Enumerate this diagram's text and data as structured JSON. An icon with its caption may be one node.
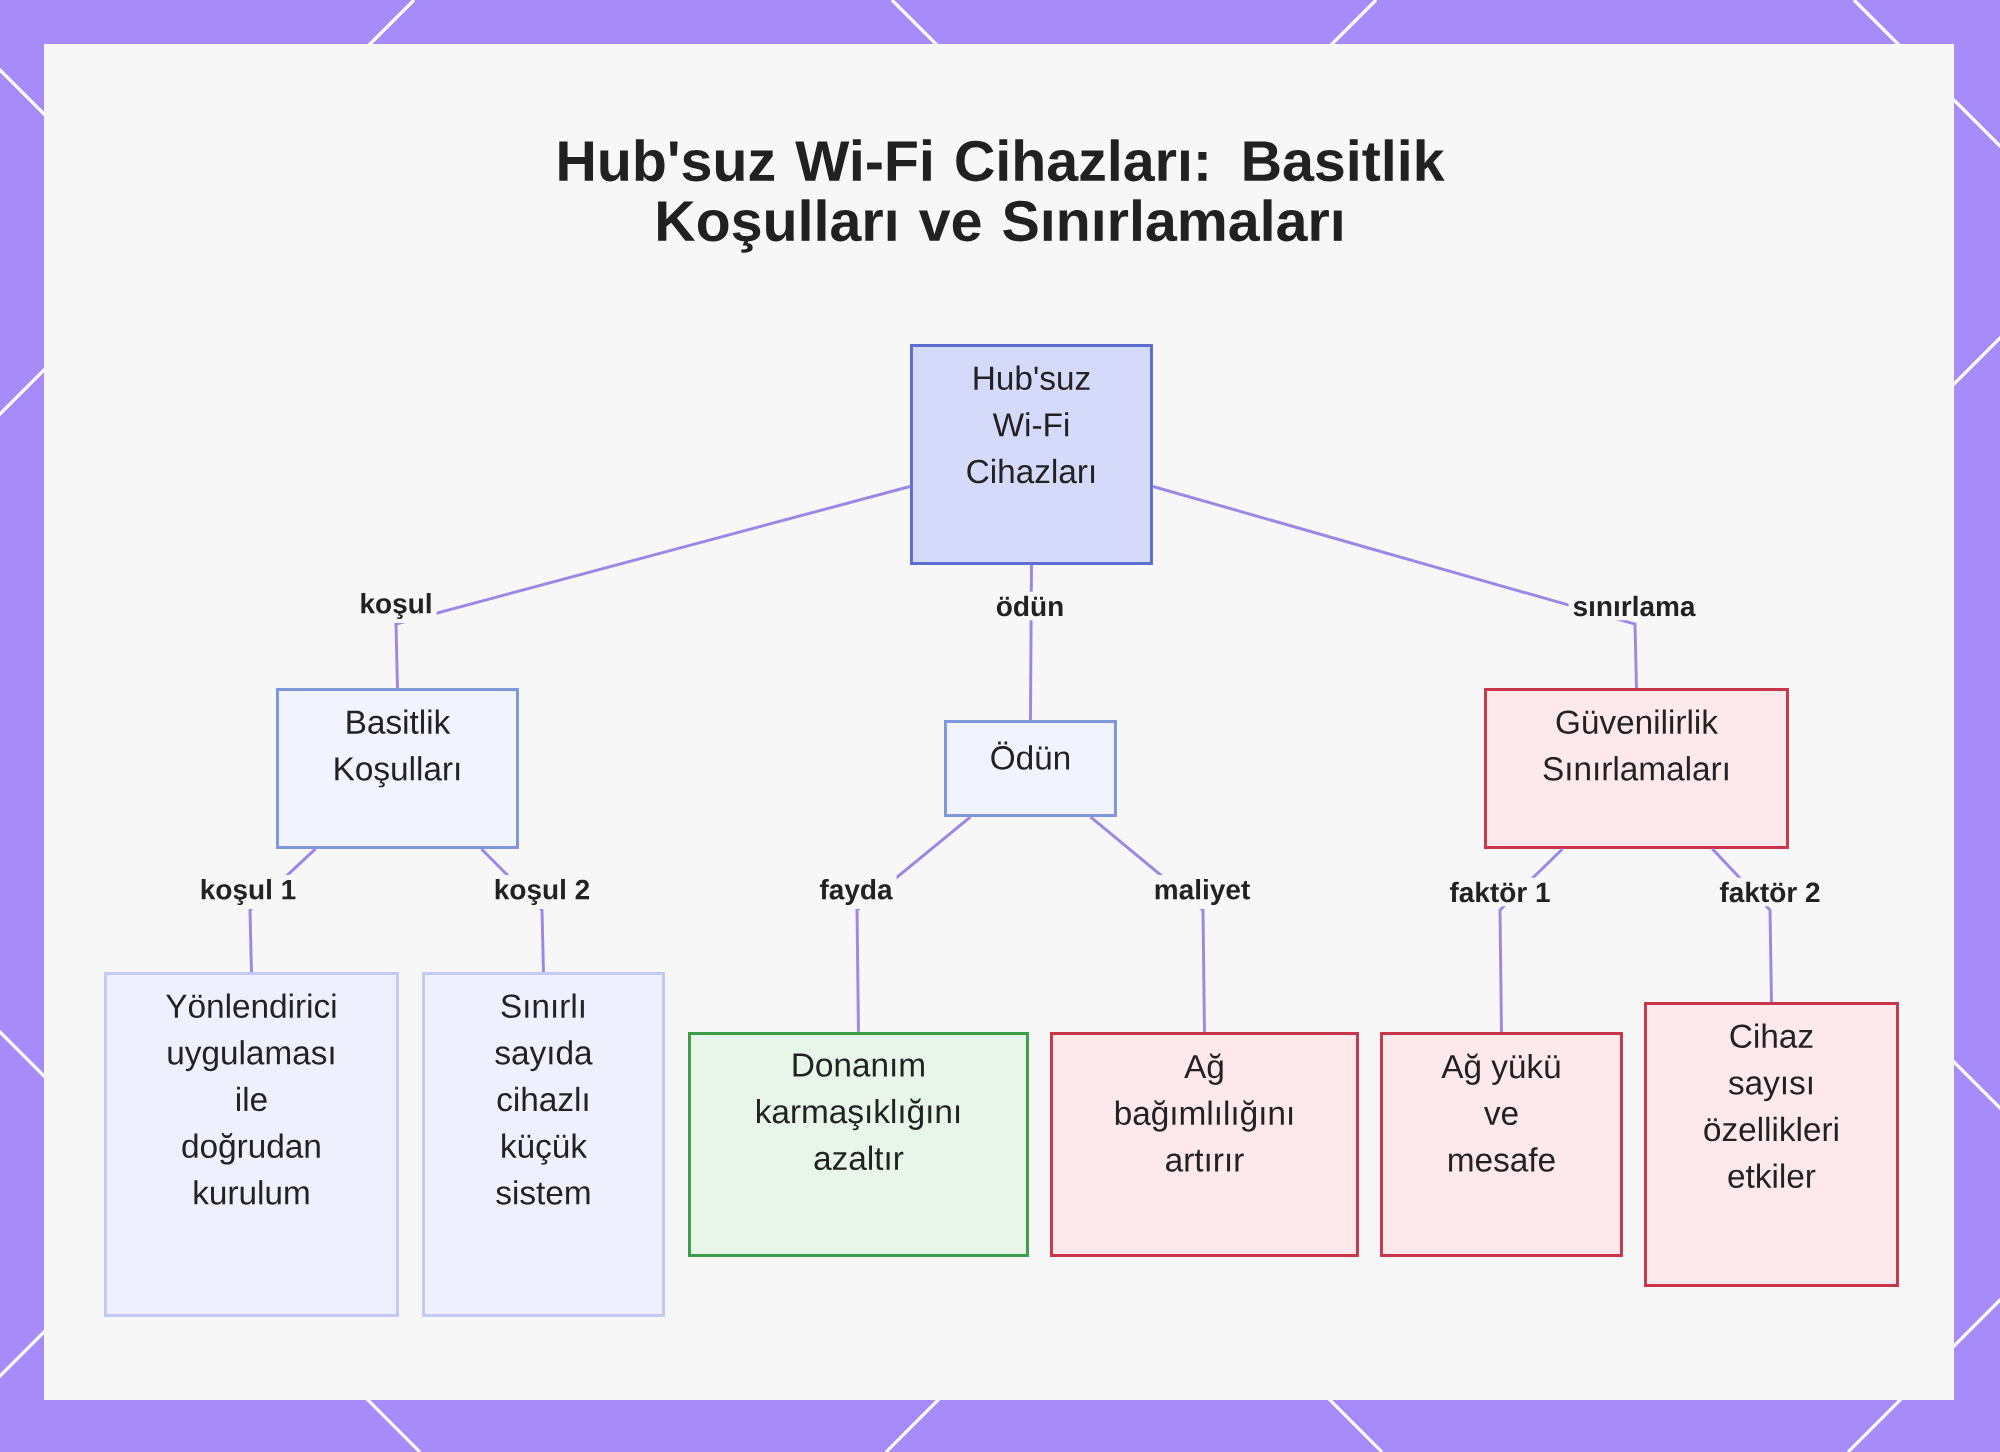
{
  "diagram": {
    "title": "Hub'suz Wi-Fi Cihazları: Basitlik Koşulları ve Sınırlamaları",
    "nodes": [
      {
        "text": [
          "Hub'suz Wi-Fi Cihazları"
        ]
      },
      {
        "text": [
          "Basitlik Koşulları"
        ]
      },
      {
        "text": [
          "Ödün"
        ]
      },
      {
        "text": [
          "Güvenilirlik Sınırlamaları"
        ]
      },
      {
        "text": [
          "Yönlendirici uygulaması ile doğrudan kurulum"
        ]
      },
      {
        "text": [
          "Sınırlı sayıda cihazlı küçük sistem"
        ]
      },
      {
        "text": [
          "Donanım karmaşıklığını azaltır"
        ]
      },
      {
        "text": [
          "Ağ bağımlılığını artırır"
        ]
      },
      {
        "text": [
          "Ağ yükü ve mesafe"
        ]
      },
      {
        "text": [
          "Cihaz sayısı özellikleri etkiler"
        ]
      }
    ],
    "edges": [
      {
        "from": 0,
        "to": 1,
        "arrow": "none",
        "label": "koşul"
      },
      {
        "from": 0,
        "to": 2,
        "arrow": "none",
        "label": "ödün"
      },
      {
        "from": 0,
        "to": 3,
        "arrow": "none",
        "label": "sınırlama"
      },
      {
        "from": 1,
        "to": 4,
        "arrow": "none",
        "label": "koşul 1"
      },
      {
        "from": 1,
        "to": 5,
        "arrow": "none",
        "label": "koşul 2"
      },
      {
        "from": 2,
        "to": 6,
        "arrow": "none",
        "label": "fayda"
      },
      {
        "from": 2,
        "to": 7,
        "arrow": "none",
        "label": "maliyet"
      },
      {
        "from": 3,
        "to": 8,
        "arrow": "none",
        "label": "faktör 1"
      },
      {
        "from": 3,
        "to": 9,
        "arrow": "none",
        "label": "faktör 2"
      }
    ]
  }
}
